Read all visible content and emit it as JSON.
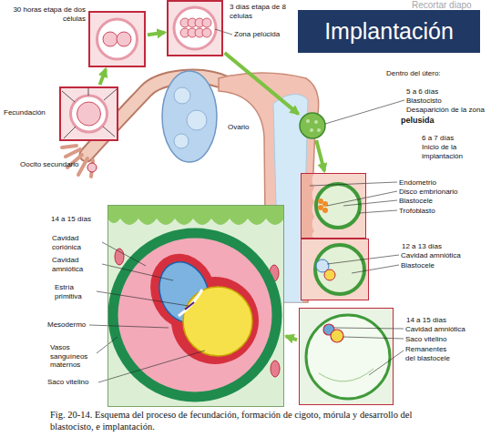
{
  "diagram": {
    "title": "Implantación",
    "caption": "Fig. 20-14. Esquema del proceso de fecundación, formación de cigoto, mórula y desarrollo del blastocisto, e implantación.",
    "nodes": [
      {
        "text": [
          "30 horas etapa de dos células"
        ]
      },
      {
        "text": [
          "3 días etapa de 8 células"
        ]
      },
      {
        "text": [
          "Fecundación"
        ]
      },
      {
        "text": [
          "5 a 6 días",
          "Blastocisto",
          "Desaparición de la zona",
          "pelusida"
        ]
      },
      {
        "text": [
          "6 a 7 días",
          "Inicio de la implantación"
        ]
      },
      {
        "text": [
          "12 a 13 días"
        ]
      },
      {
        "text": [
          "14 a 15 días"
        ]
      },
      {
        "text": [
          "14 a 15 días"
        ]
      }
    ],
    "edges": [
      {
        "from": 2,
        "to": 0,
        "arrow": "to"
      },
      {
        "from": 0,
        "to": 1,
        "arrow": "to"
      },
      {
        "from": 1,
        "to": 3,
        "arrow": "to"
      },
      {
        "from": 3,
        "to": 4,
        "arrow": "to"
      },
      {
        "from": 6,
        "to": 7,
        "arrow": "to"
      }
    ],
    "labels": [
      "Recortar diapo",
      "Zona pelúcida",
      "Ovario",
      "Oocito secundario",
      "Dentro del útero:",
      "Endometrio",
      "Disco embrionario",
      "Blastocele",
      "Trofoblasto",
      "Cavidad amniótica",
      "Blastocele",
      "Cavidad amniótica",
      "Saco vitelino",
      "Remanentes del blastocele",
      "Cavidad coriónica",
      "Cavidad amniótica",
      "Estría primitiva",
      "Mesodermo",
      "Vasos sanguíneos maternos",
      "Saco vitelino"
    ]
  }
}
